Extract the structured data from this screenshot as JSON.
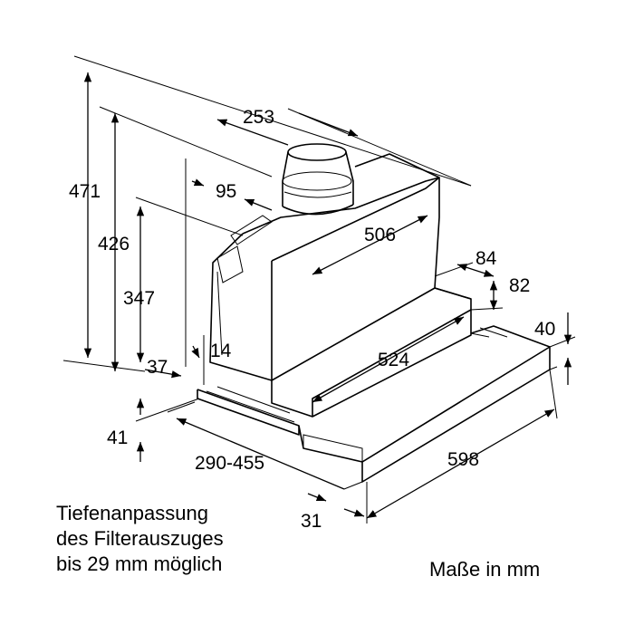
{
  "dimensions": {
    "d253": "253",
    "d471": "471",
    "d426": "426",
    "d95": "95",
    "d506": "506",
    "d84": "84",
    "d82": "82",
    "d347": "347",
    "d40": "40",
    "d14": "14",
    "d524": "524",
    "d37": "37",
    "d41": "41",
    "d290_455": "290-455",
    "d598": "598",
    "d31": "31"
  },
  "note": {
    "line1": "Tiefenanpassung",
    "line2": "des Filterauszuges",
    "line3": "bis 29 mm möglich"
  },
  "unit_label": "Maße in mm"
}
